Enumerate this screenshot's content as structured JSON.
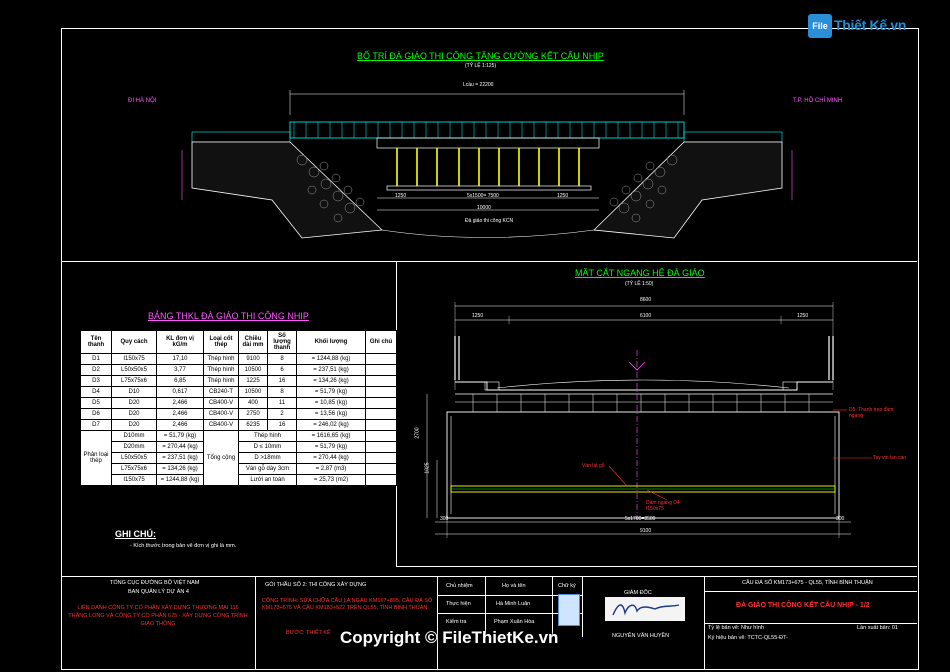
{
  "logo": {
    "badge": "File",
    "text": "Thiết Kế.vn"
  },
  "top_title": "BỐ TRÍ ĐÀ GIÁO THI CÔNG TĂNG CƯỜNG KẾT CẤU NHỊP",
  "top_scale": "(TỶ LỆ 1:125)",
  "left_place": "ĐI HÀ NỘI",
  "right_place": "T.P. HỒ CHÍ MINH",
  "dim_ltotal": "Lcầu = 22200",
  "dim_1250_left": "1250",
  "dim_mid": "5x1500= 7500",
  "dim_1250_right": "1250",
  "dim_10000": "10000",
  "note_scaffold": "Đà giáo thi công KCN",
  "table_title": "BẢNG THKL ĐÀ GIÁO THI CÔNG NHỊP",
  "table": {
    "headers": [
      "Tên thanh",
      "Quy cách",
      "KL đơn vị kG/m",
      "Loại cốt thép",
      "Chiều dài mm",
      "Số lượng thanh",
      "Khối lượng",
      "Ghi chú"
    ],
    "rows": [
      [
        "D1",
        "I150x75",
        "17,10",
        "Thép hình",
        "9100",
        "8",
        "= 1244,88 (kg)",
        ""
      ],
      [
        "D2",
        "L50x50x5",
        "3,77",
        "Thép hình",
        "10500",
        "6",
        "= 237,51 (kg)",
        ""
      ],
      [
        "D3",
        "L75x75x6",
        "6,85",
        "Thép hình",
        "1225",
        "16",
        "= 134,26 (kg)",
        ""
      ],
      [
        "D4",
        "D10",
        "0,617",
        "CB240-T",
        "10500",
        "8",
        "= 51,79 (kg)",
        ""
      ],
      [
        "D5",
        "D20",
        "2,466",
        "CB400-V",
        "400",
        "11",
        "= 10,85 (kg)",
        ""
      ],
      [
        "D6",
        "D20",
        "2,466",
        "CB400-V",
        "2750",
        "2",
        "= 13,56 (kg)",
        ""
      ],
      [
        "D7",
        "D20",
        "2,466",
        "CB400-V",
        "6235",
        "16",
        "= 246,02 (kg)",
        ""
      ]
    ],
    "group_label": "Phân loại thép",
    "group_rows": [
      {
        "spec": "D10mm",
        "val": "= 51,79 (kg)"
      },
      {
        "spec": "D20mm",
        "val": "= 270,44 (kg)"
      },
      {
        "spec": "L50x50x5",
        "val": "= 237,51 (kg)"
      },
      {
        "spec": "L75x75x6",
        "val": "= 134,26 (kg)"
      },
      {
        "spec": "I150x75",
        "val": "= 1244,88 (kg)"
      }
    ],
    "total_label": "Tổng cộng",
    "total_rows": [
      {
        "name": "Thép hình",
        "val": "= 1616,65 (kg)"
      },
      {
        "name": "D ≤ 10mm",
        "val": "= 51,79 (kg)"
      },
      {
        "name": "D >18mm",
        "val": "= 270,44 (kg)"
      },
      {
        "name": "Ván gỗ dày 3cm",
        "val": "= 2,87 (m3)"
      },
      {
        "name": "Lưới an toàn",
        "val": "= 25,73 (m2)"
      }
    ]
  },
  "note_title": "GHI CHÚ:",
  "note_text": "- Kích thước trong bản vẽ đơn vị ghi là mm.",
  "section_title": "MẶT CẮT NGANG HỆ ĐÀ GIÁO",
  "section_scale": "(TỶ LỆ 1:50)",
  "sec_dim_8600": "8600",
  "sec_dim_1250a": "1250",
  "sec_dim_6100": "6100",
  "sec_dim_1250b": "1250",
  "sec_dim_2700": "2700",
  "sec_dim_1025": "1025",
  "sec_note_d5": "D5: Thanh treo đầm ngang",
  "sec_note_tay_vin": "Tay vịn lan can",
  "sec_note_van": "Ván lát gỗ",
  "sec_note_dam": "Dầm ngang D4: I150x75",
  "sec_dim_300a": "300",
  "sec_dim_bottom": "5x1700=8500",
  "sec_dim_300b": "300",
  "sec_dim_9100": "9100",
  "title_block": {
    "org1": "TỔNG CỤC ĐƯỜNG BỘ VIỆT NAM",
    "org2": "BAN QUẢN LÝ DỰ ÁN 4",
    "contractor": "LIÊN DANH CÔNG TY CỔ PHẦN XÂY DỰNG THƯƠNG MẠI 116 THĂNG LONG VÀ CÔNG TY CỔ PHẦN 675 - XÂY DỰNG CÔNG TRÌNH GIAO THÔNG",
    "package": "GÓI THẦU SỐ 2: THI CÔNG XÂY DỰNG",
    "project": "CÔNG TRÌNH: SỬA CHỮA CẦU LA NGÂU KM167+895, CẦU ĐÁ SỐ KM173+675 VÀ CẦU KM183+522 TRÊN QL55, TỈNH BÌNH THUẬN",
    "step": "BƯỚC: THIẾT KẾ",
    "roles": [
      "Chủ nhiệm",
      "Thực hiện",
      "Kiểm tra"
    ],
    "names": [
      "Họ và tên",
      "Hà Minh Luân",
      "Phạm Xuân Hòa"
    ],
    "sign_header": "Chữ ký",
    "director_label": "GIÁM ĐỐC",
    "director_name": "NGUYỄN VĂN HUYỀN",
    "bridge_name": "CẦU ĐÁ SỐ KM173+675 - QL55, TỈNH BÌNH THUẬN",
    "drawing_title": "ĐÀ GIÁO THI CÔNG KẾT CẤU NHỊP - 1/2",
    "field1": "Tỷ lệ bản vẽ: Như hình",
    "field2": "Ký hiệu bản vẽ: TCTC-QL55-ĐT-",
    "field3": "Lần xuất bản: 01"
  },
  "copyright": "Copyright © FileThietKe.vn"
}
